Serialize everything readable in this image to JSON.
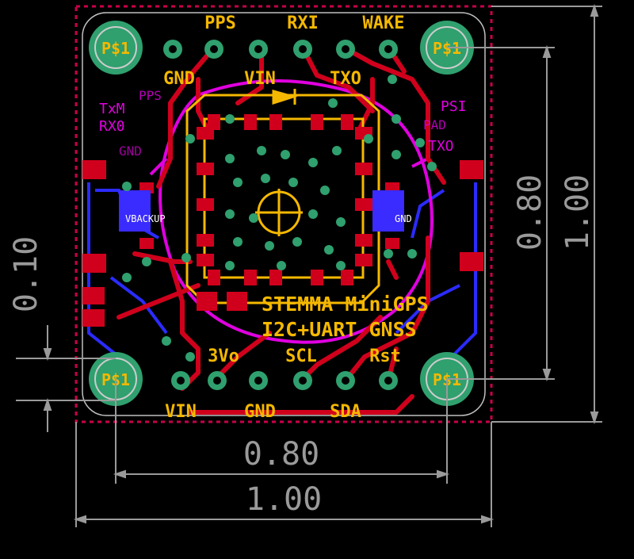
{
  "pins_top": [
    "PPS",
    "RXI",
    "WAKE"
  ],
  "pins_top2": [
    "GND",
    "VIN",
    "TXO"
  ],
  "pins_bottom": [
    "VIN",
    "GND",
    "SDA"
  ],
  "pins_bottom2": [
    "3Vo",
    "SCL",
    "Rst"
  ],
  "mount_label": "P$1",
  "title_line1": "STEMMA MiniGPS",
  "title_line2": "I2C+UART GNSS",
  "vbackup_label": "VBACKUP",
  "gnd_label": "GND",
  "left_labels": [
    "PPS",
    "TxM",
    "RX0",
    "GND"
  ],
  "right_labels": [
    "PSI",
    "PAD",
    "TXO"
  ],
  "dims": {
    "width_inner": "0.80",
    "width_outer": "1.00",
    "height_inner": "0.80",
    "height_outer": "1.00",
    "offset": "0.10"
  }
}
